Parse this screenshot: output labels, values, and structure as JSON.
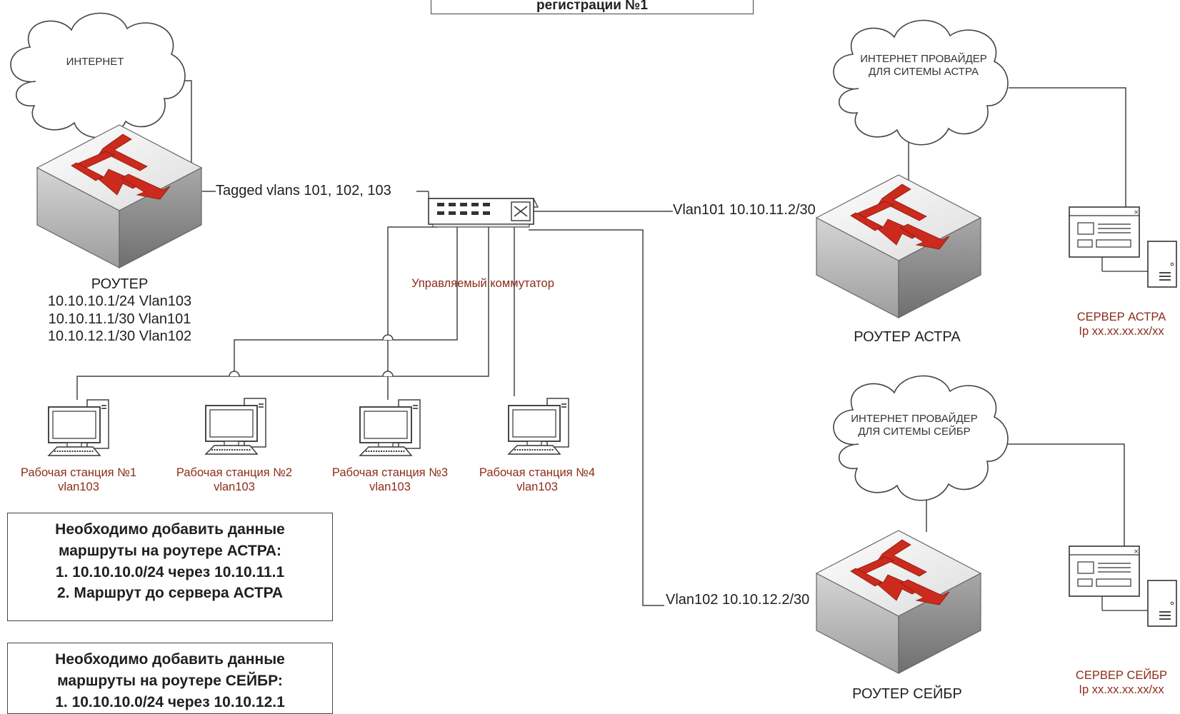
{
  "title_fragment": "регистрации №1",
  "clouds": {
    "internet": "ИНТЕРНЕТ",
    "isp_astra": [
      "ИНТЕРНЕТ ПРОВАЙДЕР",
      "ДЛЯ СИТЕМЫ АСТРА"
    ],
    "isp_seibr": [
      "ИНТЕРНЕТ ПРОВАЙДЕР",
      "ДЛЯ СИТЕМЫ СЕЙБР"
    ]
  },
  "main_router": {
    "name": "РОУТЕР",
    "ips": [
      "10.10.10.1/24 Vlan103",
      "10.10.11.1/30 Vlan101",
      "10.10.12.1/30 Vlan102"
    ]
  },
  "trunk_label": "Tagged vlans 101, 102, 103",
  "switch_label": "Управляемый коммутатор",
  "link_labels": {
    "vlan101": "Vlan101 10.10.11.2/30",
    "vlan102": "Vlan102 10.10.12.2/30"
  },
  "router_astra": "РОУТЕР АСТРА",
  "router_seibr": "РОУТЕР СЕЙБР",
  "server_astra": {
    "name": "СЕРВЕР АСТРА",
    "ip": "Ip xx.xx.xx.xx/xx"
  },
  "server_seibr": {
    "name": "СЕРВЕР СЕЙБР",
    "ip": "Ip xx.xx.xx.xx/xx"
  },
  "workstations": [
    {
      "name": "Рабочая станция №1",
      "vlan": "vlan103"
    },
    {
      "name": "Рабочая станция №2",
      "vlan": "vlan103"
    },
    {
      "name": "Рабочая станция №3",
      "vlan": "vlan103"
    },
    {
      "name": "Рабочая станция №4",
      "vlan": "vlan103"
    }
  ],
  "note_astra": {
    "lines": [
      "Необходимо добавить данные",
      "маршруты на роутере АСТРА:",
      "1.  10.10.10.0/24 через 10.10.11.1",
      "2. Маршрут до сервера АСТРА"
    ]
  },
  "note_seibr": {
    "lines": [
      "Необходимо добавить данные",
      "маршруты на роутере СЕЙБР:",
      "1.  10.10.10.0/24 через 10.10.12.1"
    ]
  },
  "colors": {
    "arrow": "#cc2a1c",
    "router_side": "#9a9a9a",
    "router_top": "#f2f2f2",
    "label_brown": "#8b2d1a",
    "line": "#444444"
  }
}
